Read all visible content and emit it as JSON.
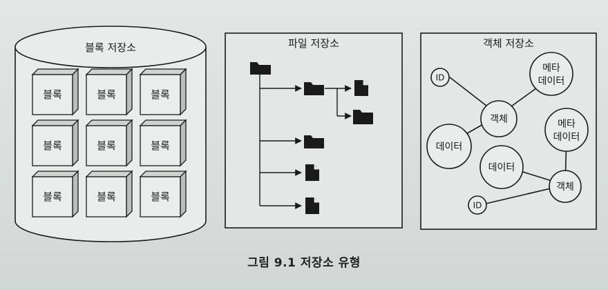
{
  "block_storage": {
    "title": "블록 저장소",
    "block_label": "블록",
    "rows": 3,
    "cols": 3
  },
  "file_storage": {
    "title": "파일 저장소"
  },
  "object_storage": {
    "title": "객체 저장소",
    "nodes": {
      "id_top": "ID",
      "meta_top": [
        "메타",
        "데이터"
      ],
      "object_top": "객체",
      "data_left": "데이터",
      "meta_right": [
        "메타",
        "데이터"
      ],
      "data_mid": "데이터",
      "object_bottom": "객체",
      "id_bottom": "ID"
    }
  },
  "caption": {
    "figure_number": "그림 9.1",
    "text": "저장소 유형"
  },
  "colors": {
    "ink": "#1a1a1a",
    "fill": "#e8ecea",
    "block_front": "#e9edeb",
    "block_side": "#b9bfbc",
    "block_top": "#cfd4d1"
  }
}
